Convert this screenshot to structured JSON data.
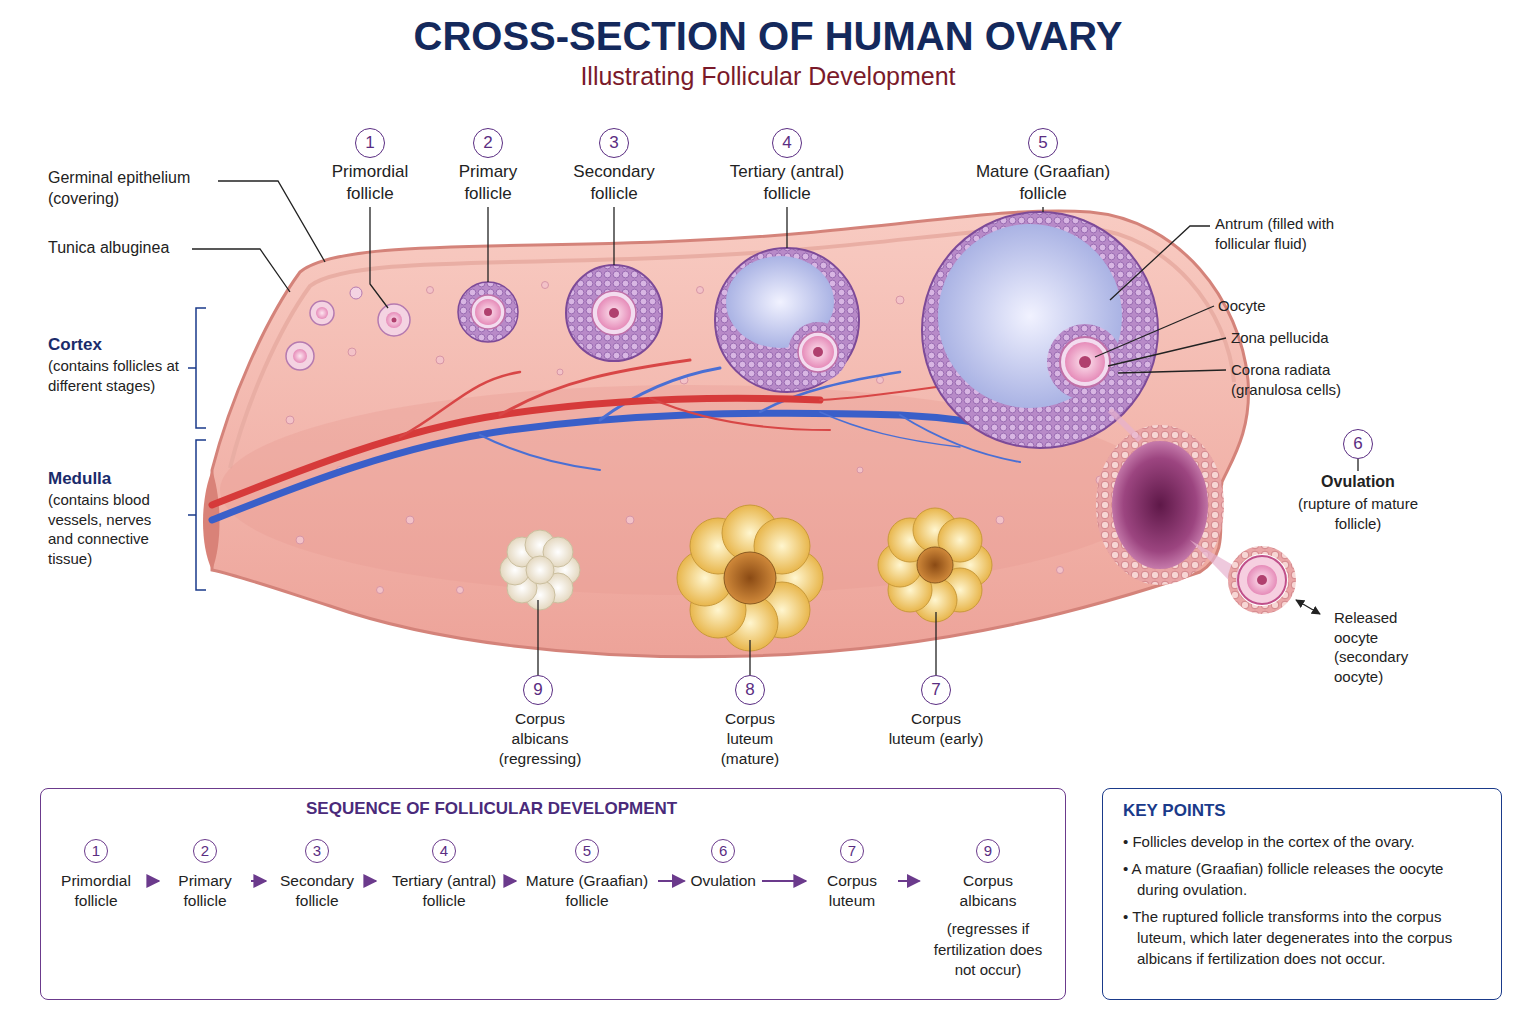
{
  "diagram": {
    "title": "CROSS-SECTION OF HUMAN OVARY",
    "caption": "Illustrating Follicular Development",
    "nodes": [
      {
        "text": [
          "SEQUENCE OF FOLLICULAR DEVELOPMENT"
        ]
      },
      {
        "text": [
          "1",
          "Primordial follicle"
        ],
        "in": 0
      },
      {
        "text": [
          "2",
          "Primary follicle"
        ],
        "in": 0
      },
      {
        "text": [
          "3",
          "Secondary follicle"
        ],
        "in": 0
      },
      {
        "text": [
          "4",
          "Tertiary (antral) follicle"
        ],
        "in": 0
      },
      {
        "text": [
          "5",
          "Mature (Graafian) follicle"
        ],
        "in": 0
      },
      {
        "text": [
          "6",
          "Ovulation"
        ],
        "in": 0
      },
      {
        "text": [
          "7",
          "Corpus luteum"
        ],
        "in": 0
      },
      {
        "text": [
          "9",
          "Corpus albicans",
          "(regresses if fertilization does not occur)"
        ],
        "in": 0
      },
      {
        "text": [
          "KEY POINTS",
          "• Follicles develop in the cortex of the ovary.",
          "• A mature (Graafian) follicle releases the oocyte during ovulation.",
          "• The ruptured follicle transforms into the corpus luteum, which later degenerates into the corpus albicans if fertilization does not occur."
        ]
      }
    ],
    "edges": [
      {
        "from": 1,
        "to": 2,
        "arrow": "to"
      },
      {
        "from": 2,
        "to": 3,
        "arrow": "to"
      },
      {
        "from": 3,
        "to": 4,
        "arrow": "to"
      },
      {
        "from": 4,
        "to": 5,
        "arrow": "to"
      },
      {
        "from": 5,
        "to": 6,
        "arrow": "to"
      },
      {
        "from": 6,
        "to": 7,
        "arrow": "to"
      },
      {
        "from": 7,
        "to": 8,
        "arrow": "to"
      }
    ],
    "labels": [
      "Germinal epithelium (covering)",
      "Tunica albuginea",
      "Cortex",
      "(contains follicles at different stages)",
      "Medulla",
      "(contains blood vessels, nerves and connective tissue)",
      "1",
      "Primordial follicle",
      "2",
      "Primary follicle",
      "3",
      "Secondary follicle",
      "4",
      "Tertiary (antral) follicle",
      "5",
      "Mature (Graafian) follicle",
      "Antrum (filled with follicular fluid)",
      "Oocyte",
      "Zona pellucida",
      "Corona radiata (granulosa cells)",
      "6",
      "Ovulation",
      "(rupture of mature follicle)",
      "Released oocyte (secondary oocyte)",
      "9",
      "Corpus albicans (regressing)",
      "8",
      "Corpus luteum (mature)",
      "7",
      "Corpus luteum (early)"
    ]
  }
}
